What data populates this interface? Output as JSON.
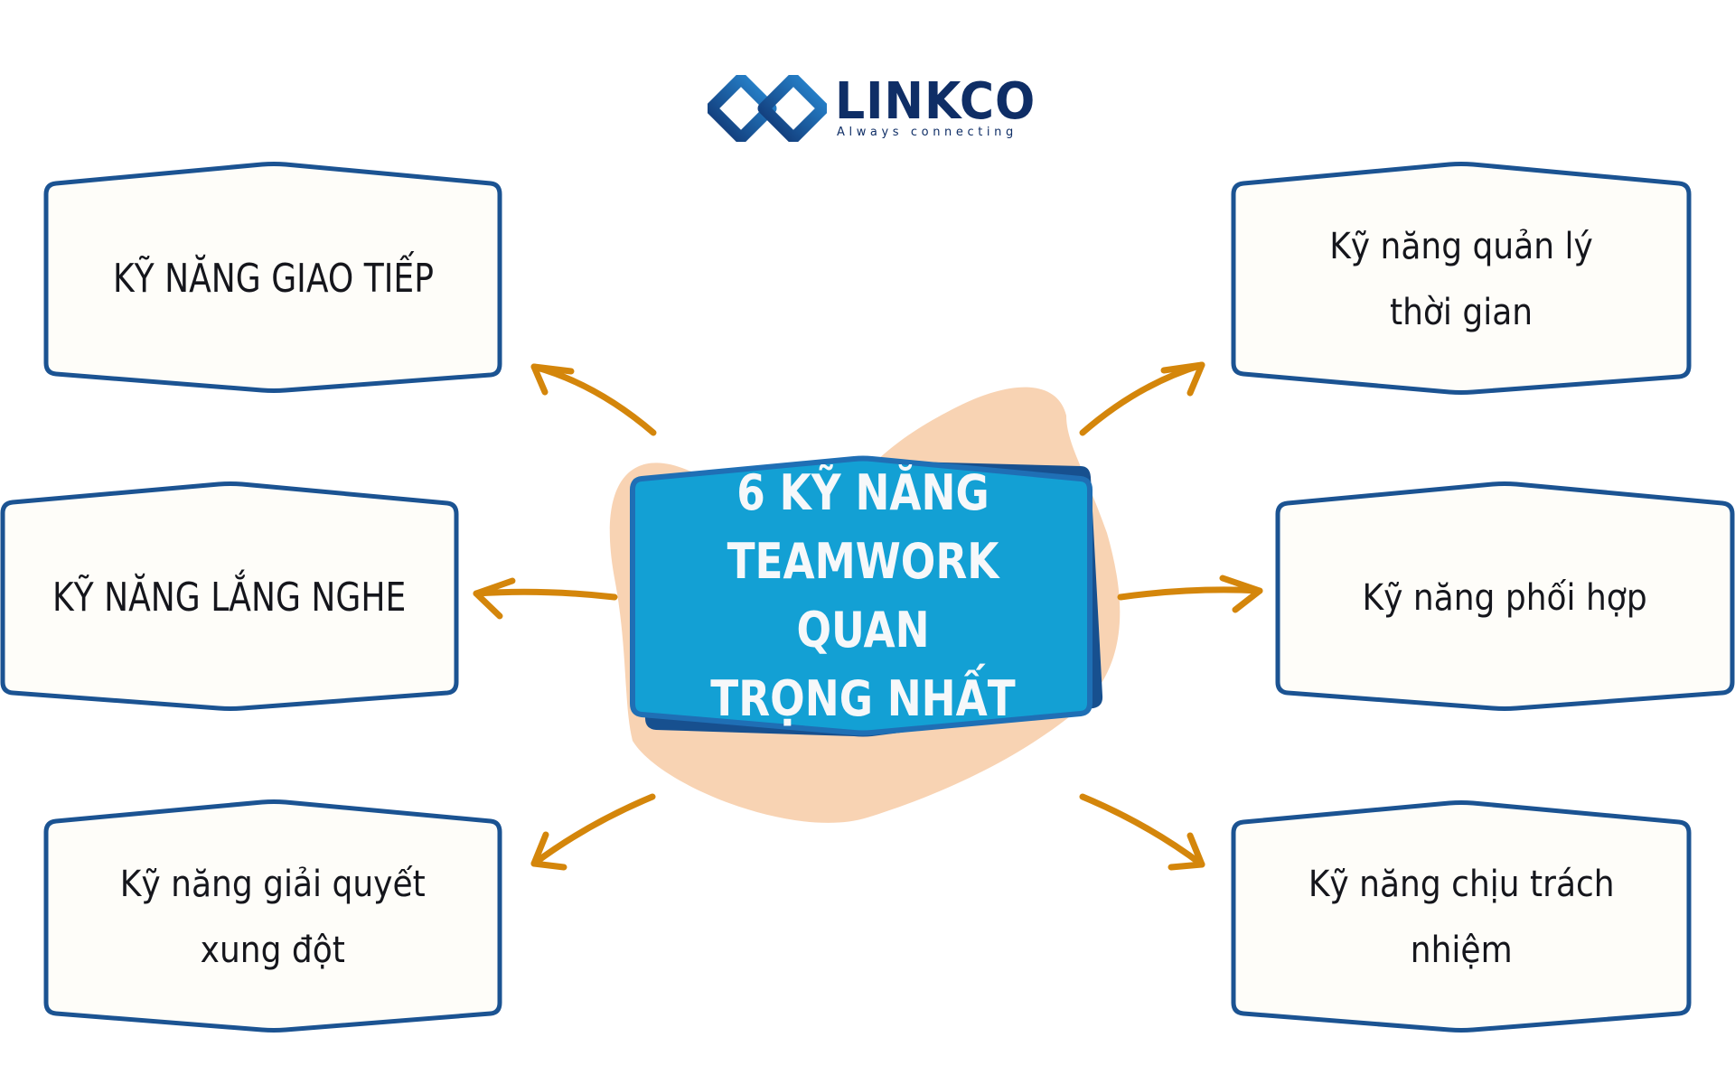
{
  "logo": {
    "name": "LINKCO",
    "tagline": "Always connecting",
    "icon": "interlocked-diamonds-icon"
  },
  "center": {
    "title": "6 KỸ NĂNG\nTEAMWORK QUAN\nTRỌNG NHẤT"
  },
  "skills": [
    {
      "position": "top-left",
      "label": "KỸ NĂNG GIAO TIẾP"
    },
    {
      "position": "middle-left",
      "label": "KỸ NĂNG LẮNG NGHE"
    },
    {
      "position": "bottom-left",
      "label": "Kỹ năng giải quyết\nxung đột"
    },
    {
      "position": "top-right",
      "label": "Kỹ năng quản lý\nthời gian"
    },
    {
      "position": "middle-right",
      "label": "Kỹ năng phối hợp"
    },
    {
      "position": "bottom-right",
      "label": "Kỹ năng chịu trách\nnhiệm"
    }
  ],
  "colors": {
    "box_border": "#1B5392",
    "box_fill": "#FEFDF9",
    "center_fill": "#13A0D4",
    "center_border": "#1F6FB5",
    "center_shadow": "#17508F",
    "blob": "#F8D3B3",
    "arrow": "#D4860B",
    "text": "#15161C"
  }
}
